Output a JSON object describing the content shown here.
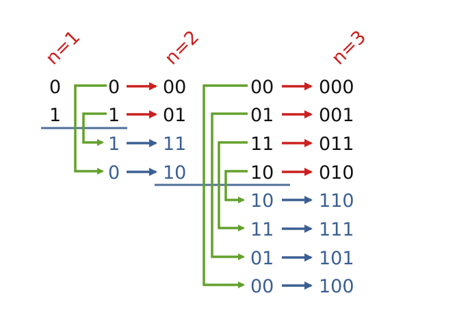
{
  "labels": {
    "n1": "n=1",
    "n2": "n=2",
    "n3": "n=3"
  },
  "stage1": {
    "codes": [
      "0",
      "1"
    ]
  },
  "stage2": {
    "sources": [
      "0",
      "1",
      "1",
      "0"
    ],
    "results": [
      "00",
      "01",
      "11",
      "10"
    ]
  },
  "stage3": {
    "sources": [
      "00",
      "01",
      "11",
      "10",
      "10",
      "11",
      "01",
      "00"
    ],
    "results": [
      "000",
      "001",
      "011",
      "010",
      "110",
      "111",
      "101",
      "100"
    ]
  },
  "colors": {
    "prefix_zero": "#cc1f1f",
    "prefix_one": "#3b5f92",
    "reflect": "#63a02c",
    "separator": "#4f6f9a"
  }
}
